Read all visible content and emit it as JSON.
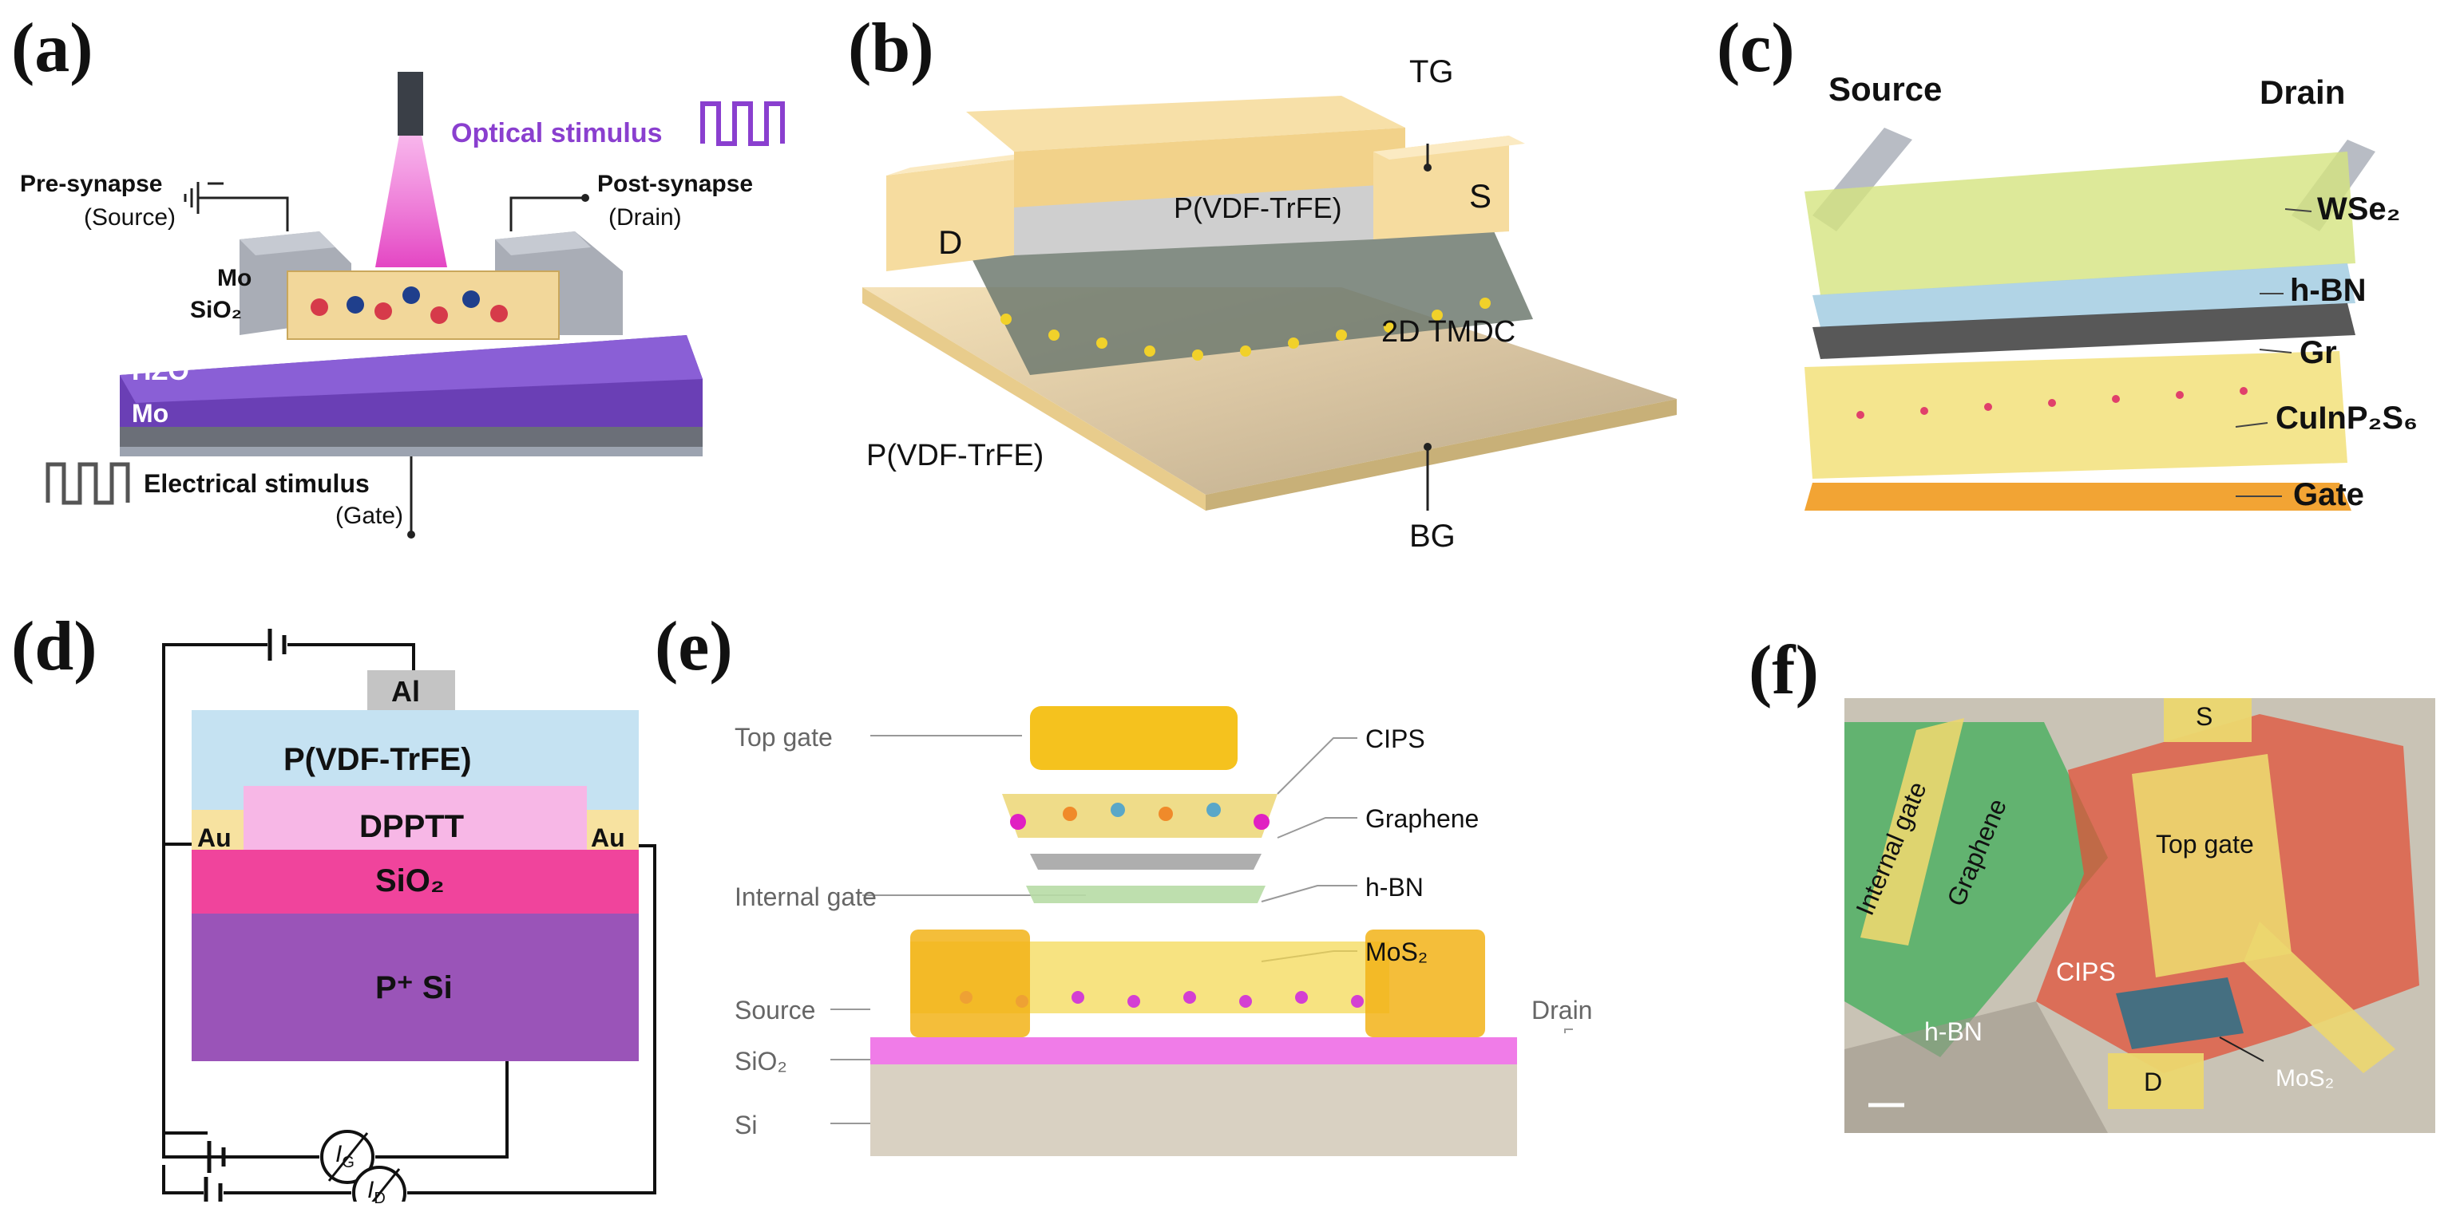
{
  "panel_labels": {
    "a": "(a)",
    "b": "(b)",
    "c": "(c)",
    "d": "(d)",
    "e": "(e)",
    "f": "(f)"
  },
  "a": {
    "optical": "Optical stimulus",
    "pre1": "Pre-synapse",
    "pre2": "(Source)",
    "post1": "Post-synapse",
    "post2": "(Drain)",
    "mo_top": "Mo",
    "sio2": "SiO₂",
    "hzo": "HZO",
    "mo_bottom": "Mo",
    "elec": "Electrical stimulus",
    "gate": "(Gate)"
  },
  "b": {
    "tg": "TG",
    "d": "D",
    "s": "S",
    "pvdf_top": "P(VDF-TrFE)",
    "tmdc": "2D TMDC",
    "pvdf_bottom": "P(VDF-TrFE)",
    "bg": "BG"
  },
  "c": {
    "source": "Source",
    "drain": "Drain",
    "wse2": "WSe₂",
    "hbn": "h-BN",
    "gr": "Gr",
    "cips": "CuInP₂S₆",
    "gate": "Gate"
  },
  "d": {
    "al": "Al",
    "pvdf": "P(VDF-TrFE)",
    "dpptt": "DPPTT",
    "au_left": "Au",
    "au_right": "Au",
    "sio2": "SiO₂",
    "psi": "P⁺ Si",
    "ig": "I",
    "ig_sub": "G",
    "id": "I",
    "id_sub": "D"
  },
  "e": {
    "top_gate": "Top gate",
    "cips": "CIPS",
    "graphene": "Graphene",
    "internal_gate": "Internal gate",
    "hbn": "h-BN",
    "mos2": "MoS₂",
    "source": "Source",
    "drain": "Drain",
    "sio2": "SiO₂",
    "si": "Si"
  },
  "f": {
    "s": "S",
    "internal_gate": "Internal gate",
    "graphene": "Graphene",
    "top_gate": "Top gate",
    "cips": "CIPS",
    "hbn": "h-BN",
    "d": "D",
    "mos2": "MoS₂"
  }
}
